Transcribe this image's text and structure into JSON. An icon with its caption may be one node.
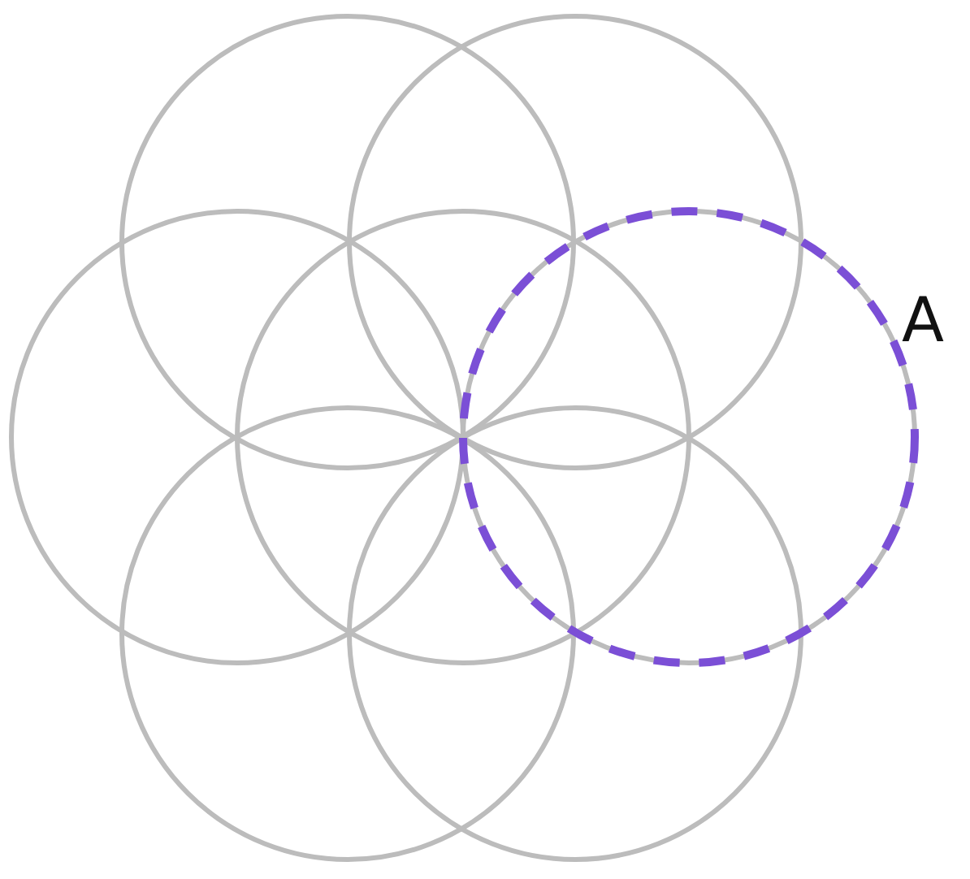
{
  "diagram": {
    "nodes": [
      {
        "text": [],
        "shape": "circle"
      },
      {
        "text": [],
        "shape": "circle"
      },
      {
        "text": [],
        "shape": "circle"
      },
      {
        "text": [],
        "shape": "circle"
      },
      {
        "text": [
          "A"
        ]
      },
      {
        "text": [],
        "shape": "circle"
      },
      {
        "text": [],
        "shape": "circle"
      }
    ]
  }
}
